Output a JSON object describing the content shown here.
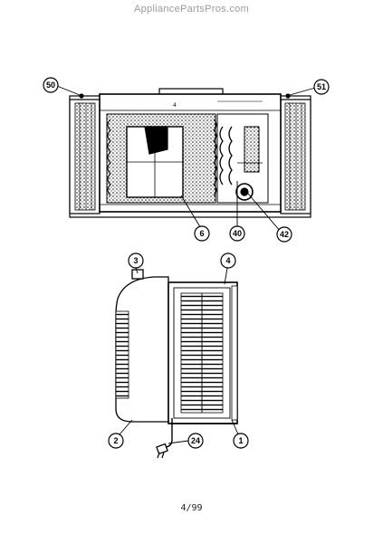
{
  "watermark": "AppliancePartsPros.com",
  "footer": {
    "page_date": "4/99"
  },
  "callouts": {
    "c50": "50",
    "c51": "51",
    "c6": "6",
    "c40": "40",
    "c42": "42",
    "c3": "3",
    "c4": "4",
    "c2": "2",
    "c24": "24",
    "c1": "1"
  }
}
